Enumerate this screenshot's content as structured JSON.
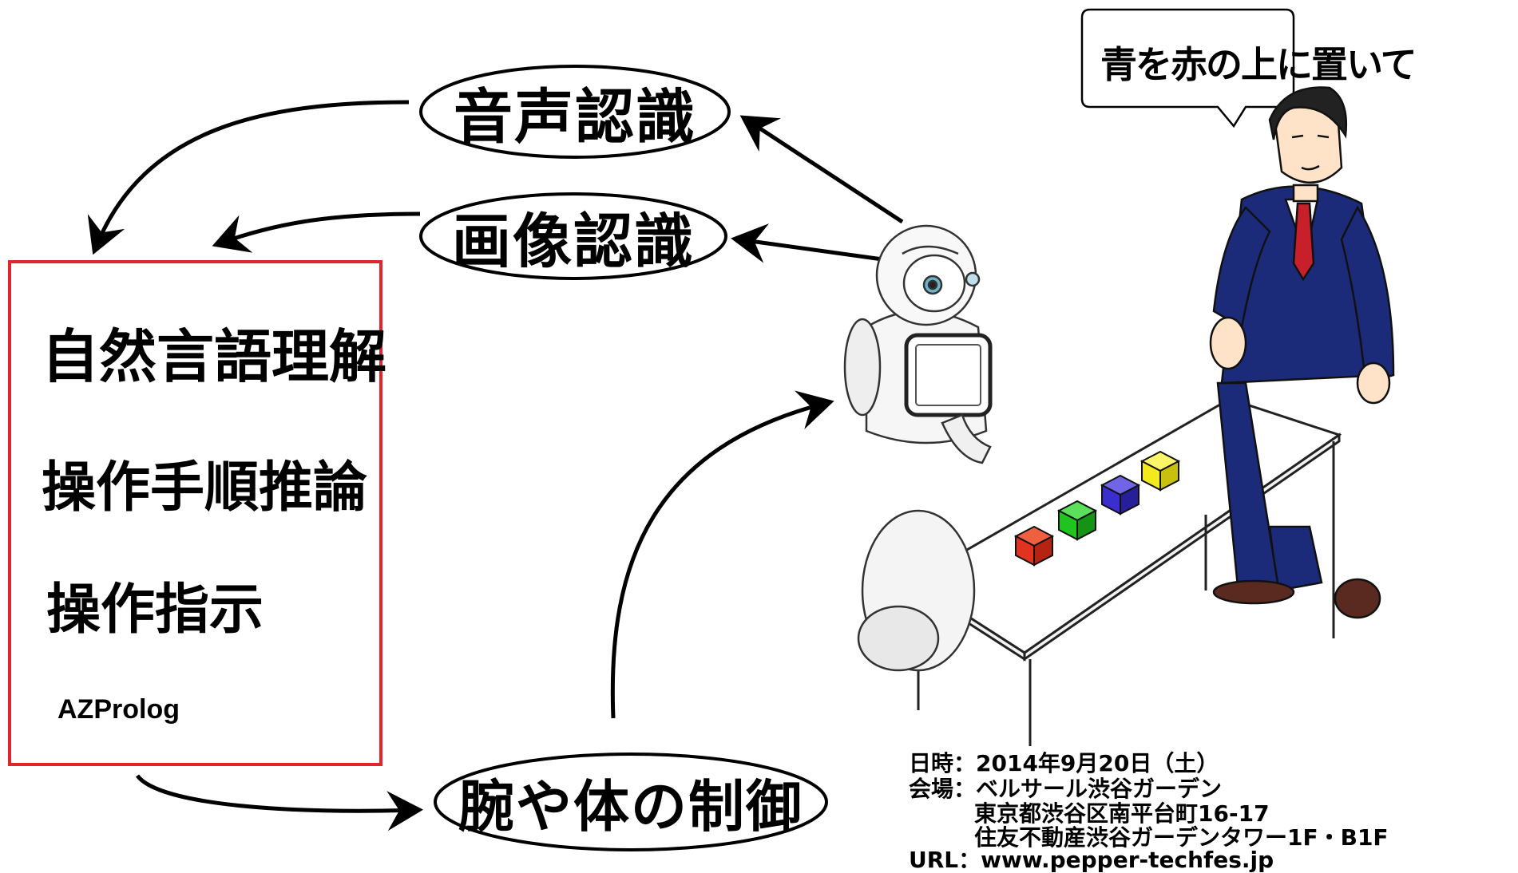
{
  "nodes": {
    "speech_recognition": "音声認識",
    "image_recognition": "画像認識",
    "arm_body_control": "腕や体の制御"
  },
  "processing_box": {
    "items": [
      "自然言語理解",
      "操作手順推論",
      "操作指示"
    ],
    "engine": "AZProlog"
  },
  "speech_bubble": "青を赤の上に置いて",
  "event_info": {
    "datetime": "日時：2014年9月20日（土）",
    "venue": "会場：ベルサール渋谷ガーデン",
    "address": "東京都渋谷区南平台町16-17",
    "building": "住友不動産渋谷ガーデンタワー1F・B1F",
    "url": "URL：www.pepper-techfes.jp"
  },
  "colors": {
    "box_border": "#e0262b",
    "cube_red": "#e2331e",
    "cube_green": "#1fc41f",
    "cube_blue": "#3a2ecf",
    "cube_yellow": "#f2ea1c",
    "suit": "#1c2a7a",
    "tie": "#c8202a"
  },
  "icons": [
    "robot-illustration",
    "presenter-illustration",
    "table-illustration"
  ]
}
